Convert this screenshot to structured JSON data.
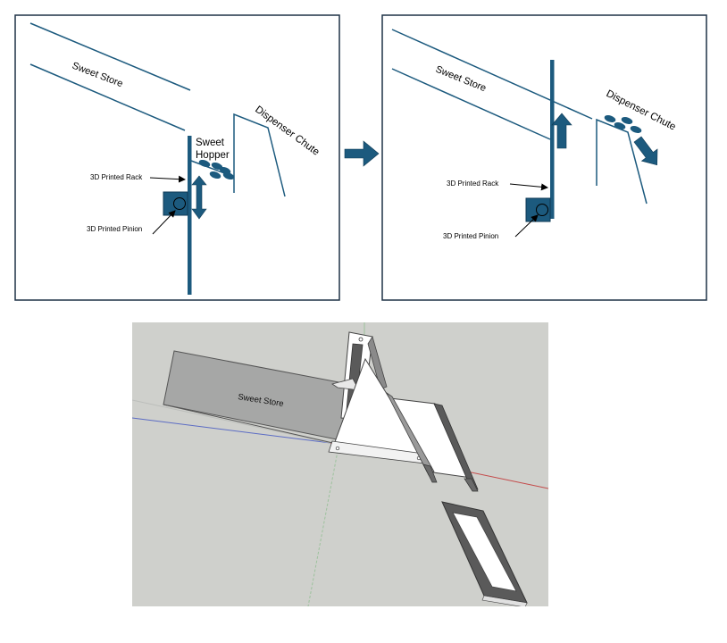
{
  "colors": {
    "accent": "#1c5a7e",
    "frame": "#1f3247",
    "render_bg": "#cfd0cc",
    "store_fill": "#a6a7a6",
    "axis_red": "#c44a4a",
    "axis_blue": "#5c6cc4",
    "axis_green": "#9dc29d"
  },
  "panel_left": {
    "sweet_store": "Sweet Store",
    "sweet_hopper_line1": "Sweet",
    "sweet_hopper_line2": "Hopper",
    "dispenser_chute": "Dispenser Chute",
    "rack_label": "3D Printed Rack",
    "pinion_label": "3D Printed Pinion",
    "motion_icon": "up-down-arrow-icon"
  },
  "transition_icon": "right-arrow-icon",
  "panel_right": {
    "sweet_store": "Sweet Store",
    "dispenser_chute": "Dispenser Chute",
    "rack_label": "3D Printed Rack",
    "pinion_label": "3D Printed Pinion",
    "motion_icon": "up-arrow-icon",
    "flow_icon": "down-right-arrow-icon"
  },
  "render": {
    "sweet_store": "Sweet Store"
  }
}
